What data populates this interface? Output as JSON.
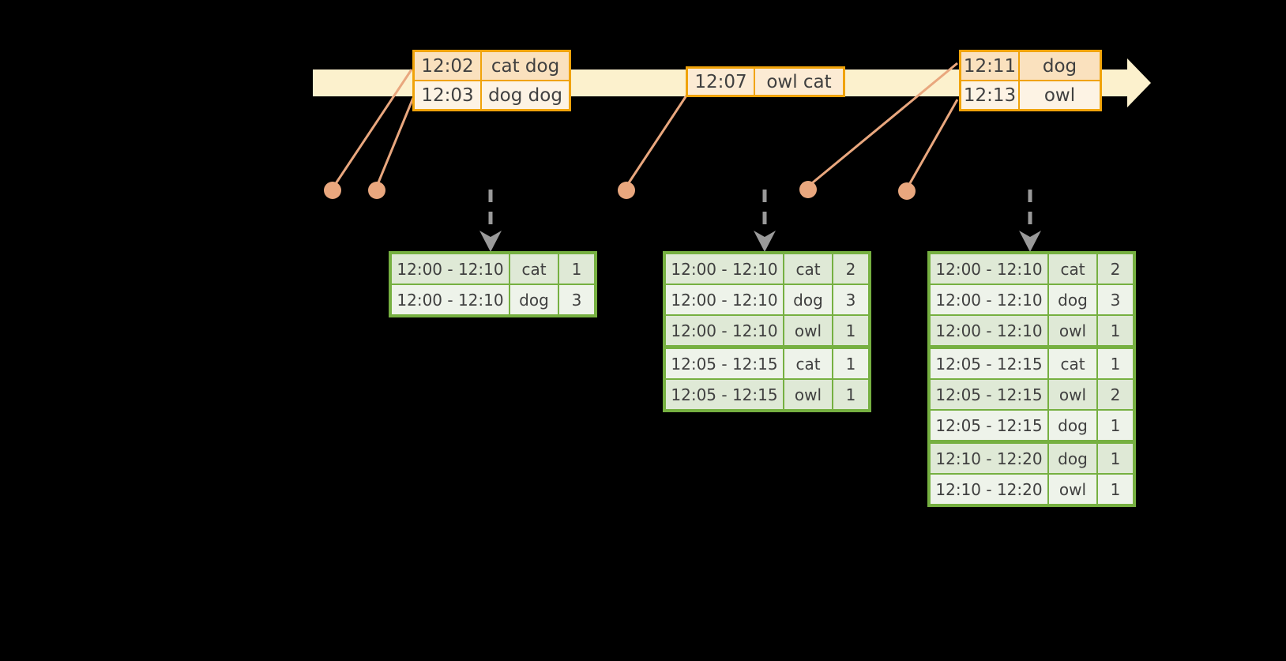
{
  "palette": {
    "background": "#000000",
    "timeline_fill": "#FCF1CD",
    "event_table_border": "#F0A30A",
    "event_row_dark": "#FAE1BE",
    "event_row_light": "#FDF3E4",
    "event_row_single": "#FCEBD4",
    "connector": "#E9A77E",
    "trigger_arrow": "#9A9A9A",
    "result_table_border": "#76B041",
    "result_row_dark": "#DFE9D6",
    "result_row_light": "#EEF3EA",
    "text": "#404040"
  },
  "icons": {
    "timeline_head": "right-arrow-icon",
    "trigger": "down-arrow-icon",
    "event_marker": "circle-marker-icon"
  },
  "event_tables": [
    {
      "rows": [
        [
          "12:02",
          "cat dog"
        ],
        [
          "12:03",
          "dog dog"
        ]
      ]
    },
    {
      "rows": [
        [
          "12:07",
          "owl cat"
        ]
      ]
    },
    {
      "rows": [
        [
          "12:11",
          "dog"
        ],
        [
          "12:13",
          "owl"
        ]
      ]
    }
  ],
  "result_tables": [
    {
      "rows": [
        [
          "12:00 - 12:10",
          "cat",
          "1"
        ],
        [
          "12:00 - 12:10",
          "dog",
          "3"
        ]
      ]
    },
    {
      "rows": [
        [
          "12:00 - 12:10",
          "cat",
          "2"
        ],
        [
          "12:00 - 12:10",
          "dog",
          "3"
        ],
        [
          "12:00 - 12:10",
          "owl",
          "1"
        ],
        [
          "12:05 - 12:15",
          "cat",
          "1"
        ],
        [
          "12:05 - 12:15",
          "owl",
          "1"
        ]
      ]
    },
    {
      "rows": [
        [
          "12:00 - 12:10",
          "cat",
          "2"
        ],
        [
          "12:00 - 12:10",
          "dog",
          "3"
        ],
        [
          "12:00 - 12:10",
          "owl",
          "1"
        ],
        [
          "12:05 - 12:15",
          "cat",
          "1"
        ],
        [
          "12:05 - 12:15",
          "owl",
          "2"
        ],
        [
          "12:05 - 12:15",
          "dog",
          "1"
        ],
        [
          "12:10 - 12:20",
          "dog",
          "1"
        ],
        [
          "12:10 - 12:20",
          "owl",
          "1"
        ]
      ]
    }
  ]
}
